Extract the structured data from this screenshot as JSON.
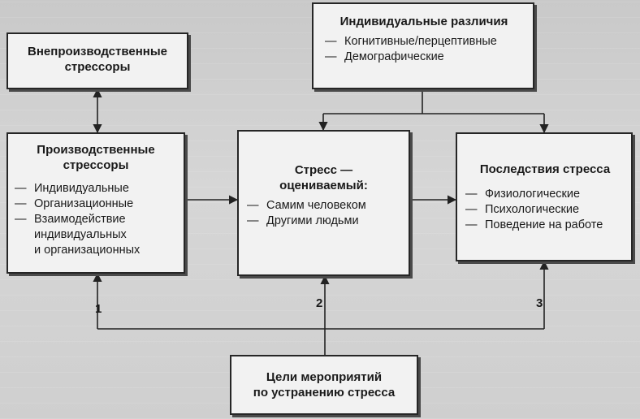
{
  "nonwork": {
    "title_line1": "Внепроизводственные",
    "title_line2": "стрессоры"
  },
  "individual": {
    "title": "Индивидуальные различия",
    "items": [
      "Когнитивные/перцептивные",
      "Демографические"
    ]
  },
  "work": {
    "title_line1": "Производственные",
    "title_line2": "стрессоры",
    "items": [
      "Индивидуальные",
      "Организационные",
      "Взаимодействие"
    ],
    "cont1": "индивидуальных",
    "cont2": "и организационных"
  },
  "stress": {
    "title_line1": "Стресс —",
    "title_line2": "оцениваемый:",
    "items": [
      "Самим человеком",
      "Другими людьми"
    ]
  },
  "consequences": {
    "title": "Последствия стресса",
    "items": [
      "Физиологические",
      "Психологические",
      "Поведение на работе"
    ]
  },
  "interventions": {
    "title_line1": "Цели мероприятий",
    "title_line2": "по устранению стресса"
  },
  "labels": {
    "n1": "1",
    "n2": "2",
    "n3": "3"
  },
  "colors": {
    "box_fill": "#f2f2f2",
    "border": "#262626",
    "background": "#cfcfcf"
  }
}
